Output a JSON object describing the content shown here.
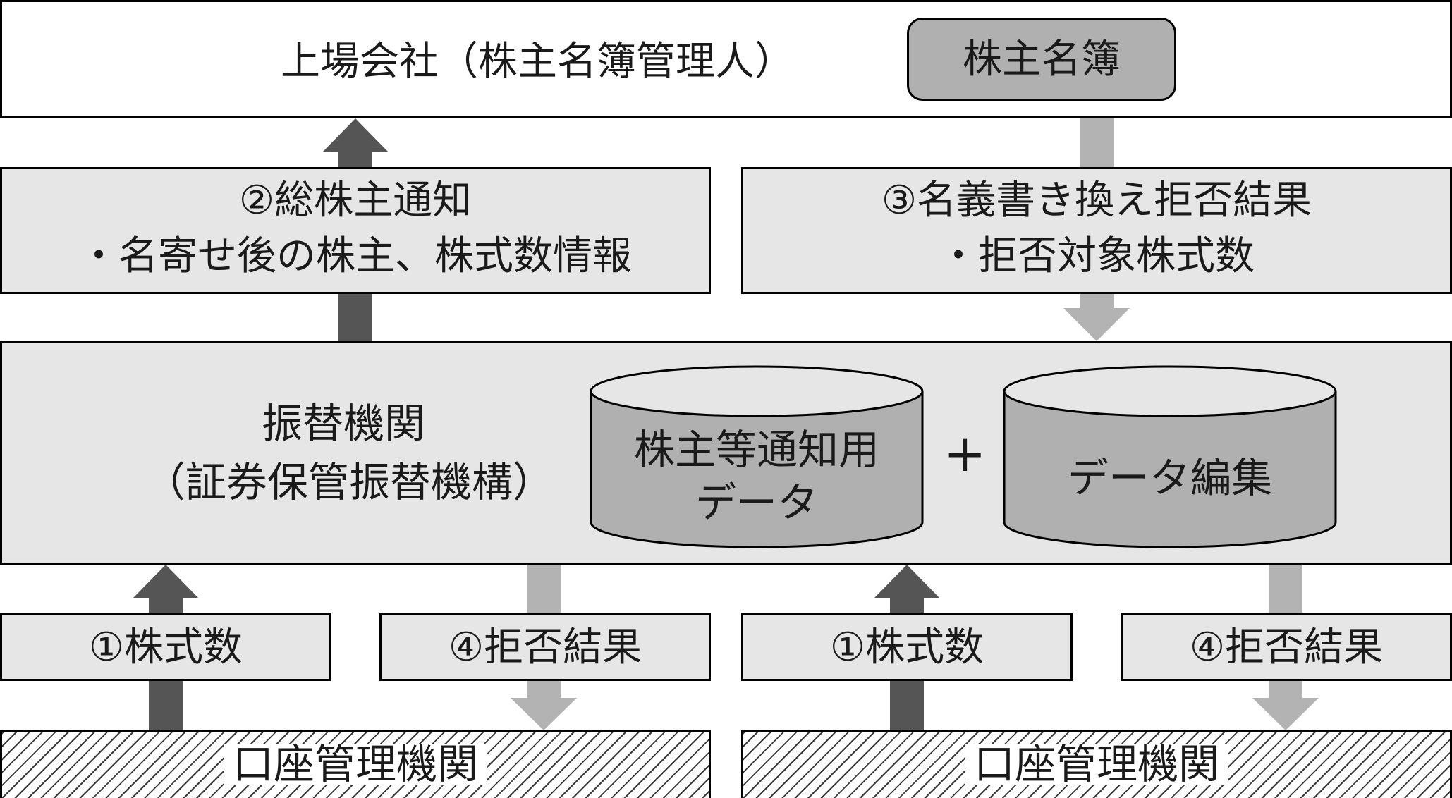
{
  "top_bar": {
    "label": "上場会社（株主名簿管理人）",
    "register": "株主名簿"
  },
  "total_shareholder_notice": {
    "title": "②総株主通知",
    "detail": "・名寄せ後の株主、株式数情報"
  },
  "rejection_result_notice": {
    "title": "③名義書き換え拒否結果",
    "detail": "・拒否対象株式数"
  },
  "transfer_institution": {
    "name": "振替機関",
    "org": "（証券保管振替機構）",
    "db_notice_line1": "株主等通知用",
    "db_notice_line2": "データ",
    "plus": "+",
    "db_edit": "データ編集"
  },
  "bottom": {
    "left_shares": "①株式数",
    "left_reject": "④拒否結果",
    "right_shares": "①株式数",
    "right_reject": "④拒否結果",
    "account_left": "口座管理機関",
    "account_right": "口座管理機関"
  },
  "colors": {
    "dark_arrow": "#555555",
    "light_arrow": "#b3b3b3",
    "box_fill": "#e6e6e6",
    "cylinder_fill": "#b0b0b0"
  }
}
